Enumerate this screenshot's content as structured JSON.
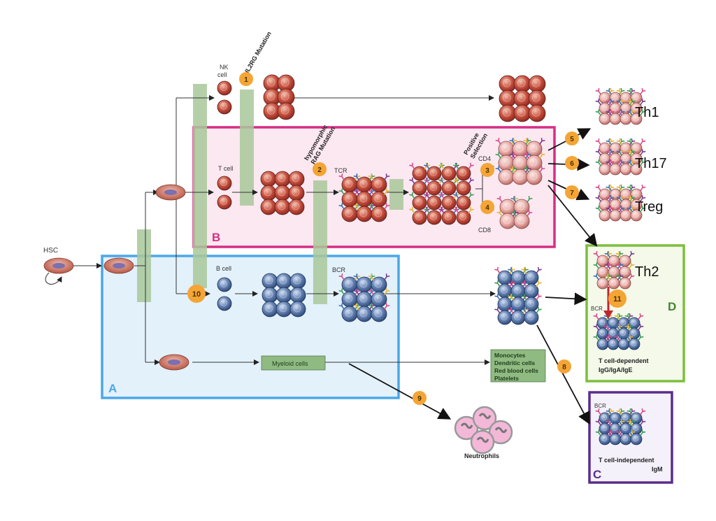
{
  "labels": {
    "hsc": "HSC",
    "nk_cell": "NK\ncell",
    "t_cell": "T cell",
    "b_cell": "B cell",
    "tcr": "TCR",
    "bcr": "BCR",
    "bcr_d": "BCR",
    "bcr_c": "BCR",
    "cd4": "CD4",
    "cd8": "CD8",
    "il2rg": "IL2RG Mutation",
    "rag": "hypomorphic\nRAG Mutation",
    "positive_selection": "Positive\nSelection",
    "myeloid": "Myeloid cells",
    "myeloid_out": "Monocytes\nDendritic cells\nRed blood cells\nPlatelets",
    "neutrophils": "Neutrophils",
    "th1": "Th1",
    "th17": "Th17",
    "treg": "Treg",
    "th2": "Th2",
    "tdep": "T cell-dependent\nIgG/IgA/IgE",
    "tindep": "T cell-independent\nIgM"
  },
  "boxes": {
    "a": "A",
    "b": "B",
    "c": "C",
    "d": "D"
  },
  "steps": [
    "1",
    "2",
    "3",
    "4",
    "5",
    "6",
    "7",
    "8",
    "9",
    "10",
    "11"
  ],
  "colors": {
    "box_a": "#4aa8e8",
    "box_b": "#d62f84",
    "box_c": "#5a2d8c",
    "box_d": "#7cbf3c",
    "badge": "#f4a535",
    "red_cell": "#c84a3c",
    "blue_cell": "#5576a8",
    "pink_cell": "#e2a0a0",
    "green_bar": "#a8c89a",
    "myeloid_box": "#8fbb82"
  }
}
